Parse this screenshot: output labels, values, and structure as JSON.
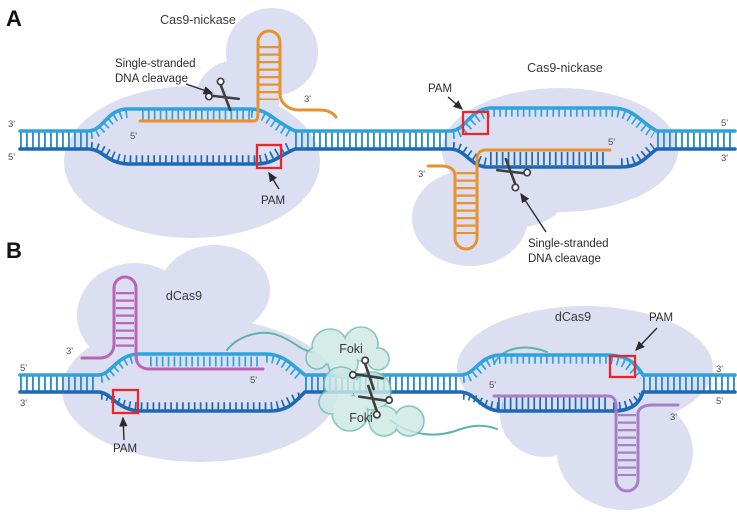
{
  "figure": {
    "type": "biorender-style CRISPR mechanism schematic",
    "panel_a": {
      "label": "A",
      "left_complex": {
        "protein": "Cas9-nickase",
        "cleavage_line1": "Single-stranded",
        "cleavage_line2": "DNA cleavage",
        "pam": "PAM",
        "grna_5": "5'",
        "grna_3": "3'"
      },
      "right_complex": {
        "protein": "Cas9-nickase",
        "cleavage_line1": "Single-stranded",
        "cleavage_line2": "DNA cleavage",
        "pam": "PAM",
        "grna_5": "5'",
        "grna_3": "3'"
      },
      "dna_ends": {
        "left_top": "3'",
        "left_bottom": "5'",
        "right_top": "5'",
        "right_bottom": "3'"
      }
    },
    "panel_b": {
      "label": "B",
      "left_complex": {
        "protein": "dCas9",
        "pam": "PAM",
        "grna_5": "5'",
        "grna_3": "3'"
      },
      "right_complex": {
        "protein": "dCas9",
        "pam": "PAM",
        "grna_5": "5'",
        "grna_3": "3'"
      },
      "fok1_upper": "Foki",
      "fok1_lower": "Foki",
      "dna_ends": {
        "left_top": "5'",
        "left_bottom": "3'",
        "right_top": "3'",
        "right_bottom": "5'"
      }
    },
    "colors": {
      "dna_top_strand": "#2ea3dc",
      "dna_bottom_strand": "#1d69b4",
      "grna_panel_a": "#e8922d",
      "grna_panel_b_left": "#b964b4",
      "grna_panel_b_right": "#a77fc6",
      "protein_blob": "#dcdff2",
      "fok1_fill": "#cde9e5",
      "fok1_stroke": "#6fbcb3",
      "linker": "#5eb3aa",
      "pam_box": "#e8262c",
      "annotation_text": "#2b2b2b"
    }
  }
}
